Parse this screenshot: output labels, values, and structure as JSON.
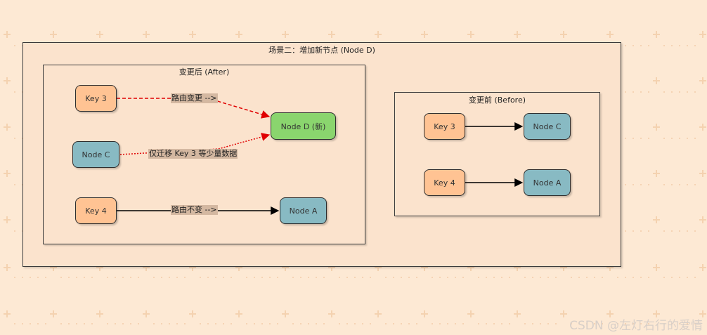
{
  "diagram": {
    "outer_title": "场景二：增加新节点 (Node D)",
    "after": {
      "title": "变更后 (After)",
      "nodes": {
        "key3": "Key 3",
        "nodeC": "Node C",
        "key4": "Key 4",
        "nodeD": "Node D (新)",
        "nodeA": "Node A"
      },
      "edges": {
        "key3_to_d": "路由变更 -->",
        "c_to_d": "仅迁移 Key 3 等少量数据",
        "key4_to_a": "路由不变 -->"
      }
    },
    "before": {
      "title": "变更前 (Before)",
      "nodes": {
        "key3": "Key 3",
        "nodeC": "Node C",
        "key4": "Key 4",
        "nodeA": "Node A"
      }
    },
    "colors": {
      "key_fill": "#ffc393",
      "node_fill": "#88bac3",
      "new_node_fill": "#8ad56e",
      "changed_edge": "#e00000",
      "unchanged_edge": "#000000",
      "background": "#fde9d4"
    }
  },
  "watermark": "CSDN @左灯右行的爱情"
}
